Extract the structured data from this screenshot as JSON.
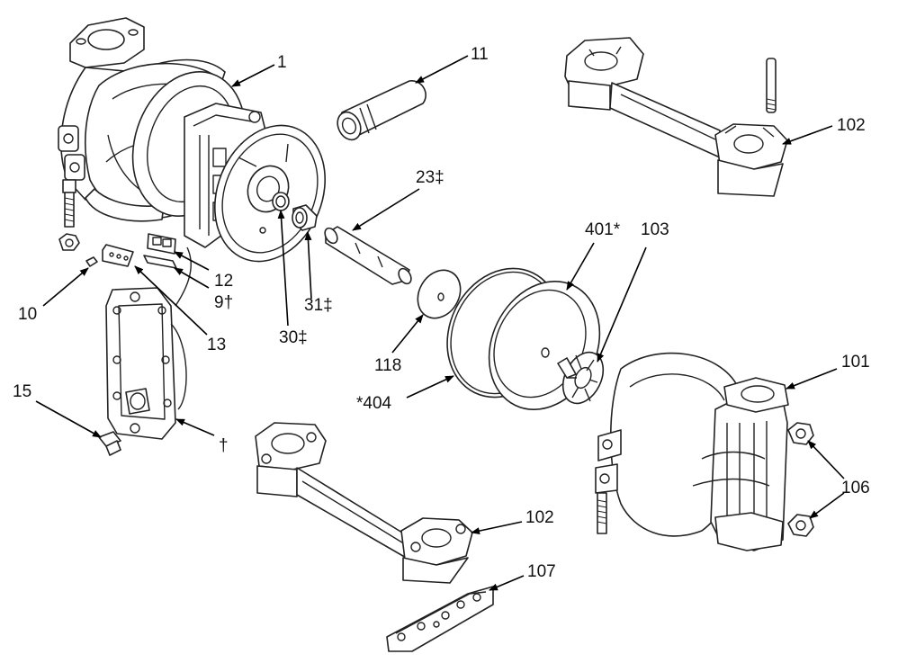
{
  "labels": {
    "l1": "1",
    "l11": "11",
    "l102a": "102",
    "l23": "23‡",
    "l401": "401*",
    "l103": "103",
    "l12": "12",
    "l9": "9†",
    "l10": "10",
    "l13": "13",
    "l31": "31‡",
    "l30": "30‡",
    "l118": "118",
    "l404": "*404",
    "l101": "101",
    "l15": "15",
    "ldag": "†",
    "l106": "106",
    "l102b": "102",
    "l107": "107"
  },
  "colors": {
    "line": "#222222",
    "background": "#ffffff"
  }
}
